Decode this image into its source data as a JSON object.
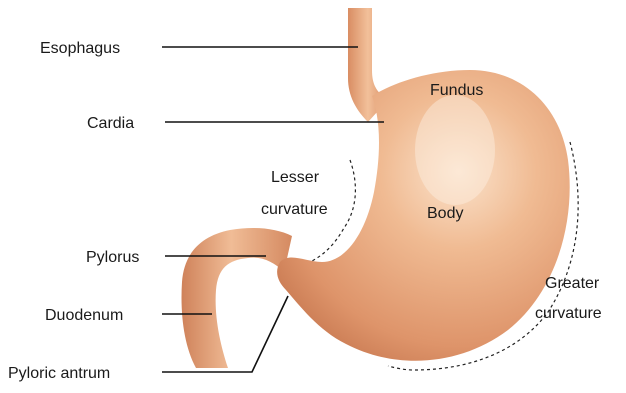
{
  "diagram": {
    "labels": {
      "esophagus": "Esophagus",
      "cardia": "Cardia",
      "fundus": "Fundus",
      "lesser_curvature_line1": "Lesser",
      "lesser_curvature_line2": "curvature",
      "body": "Body",
      "pylorus": "Pylorus",
      "duodenum": "Duodenum",
      "greater_curvature_line1": "Greater",
      "greater_curvature_line2": "curvature",
      "pyloric_antrum": "Pyloric antrum"
    },
    "colors": {
      "stomach_light": "#f6cfae",
      "stomach_mid": "#e8a57c",
      "stomach_dark": "#c4764f",
      "line": "#111111"
    }
  }
}
